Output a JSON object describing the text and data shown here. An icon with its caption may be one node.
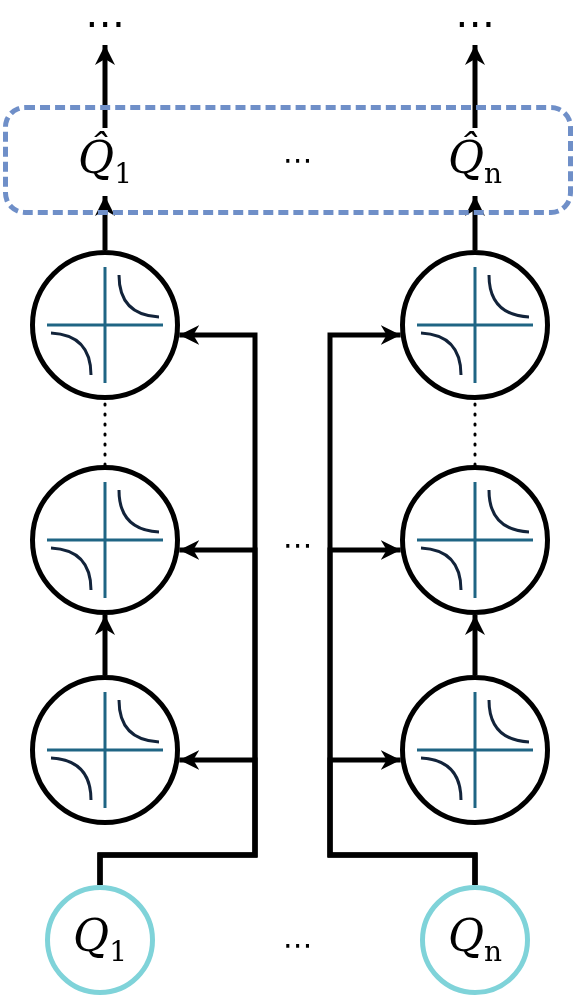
{
  "diagram": {
    "nodes": [
      {
        "text": [
          "⋯"
        ]
      },
      {
        "text": [
          "⋯"
        ]
      },
      {
        "text": [],
        "shape": "box"
      },
      {
        "text": [
          "Q̂$_{1}$"
        ],
        "in": 2
      },
      {
        "text": [
          "Q̂$_{n}$"
        ],
        "in": 2
      },
      {
        "text": [],
        "shape": "circle"
      },
      {
        "text": [],
        "shape": "circle"
      },
      {
        "text": [],
        "shape": "circle"
      },
      {
        "text": [],
        "shape": "circle"
      },
      {
        "text": [],
        "shape": "circle"
      },
      {
        "text": [],
        "shape": "circle"
      },
      {
        "text": [
          "Q$_{1}$"
        ]
      },
      {
        "text": [
          "Q$_{n}$"
        ]
      }
    ],
    "edges": [
      {
        "from": 3,
        "to": 0,
        "arrow": "to"
      },
      {
        "from": 4,
        "to": 1,
        "arrow": "to"
      },
      {
        "from": 5,
        "to": 3,
        "arrow": "to"
      },
      {
        "from": 6,
        "to": 4,
        "arrow": "to"
      },
      {
        "from": 7,
        "to": 5,
        "arrow": "none",
        "style": "dashed"
      },
      {
        "from": 8,
        "to": 6,
        "arrow": "none",
        "style": "dashed"
      },
      {
        "from": 9,
        "to": 7,
        "arrow": "to"
      },
      {
        "from": 10,
        "to": 8,
        "arrow": "to"
      },
      {
        "from": 11,
        "to": 9,
        "arrow": "to"
      },
      {
        "from": 11,
        "to": 7,
        "arrow": "to"
      },
      {
        "from": 11,
        "to": 5,
        "arrow": "to"
      },
      {
        "from": 12,
        "to": 10,
        "arrow": "to"
      },
      {
        "from": 12,
        "to": 8,
        "arrow": "to"
      },
      {
        "from": 12,
        "to": 6,
        "arrow": "to"
      }
    ],
    "labels": [
      "⋯",
      "⋯",
      "⋯"
    ]
  }
}
